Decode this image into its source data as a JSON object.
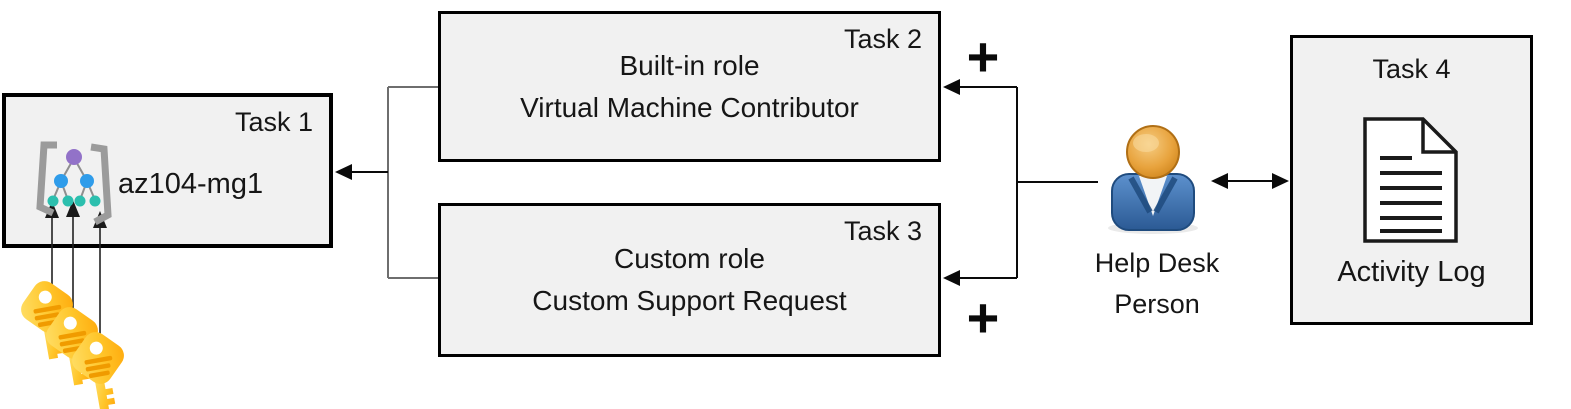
{
  "task1": {
    "badge": "Task 1",
    "title": "az104-mg1"
  },
  "task2": {
    "badge": "Task 2",
    "line1": "Built-in role",
    "line2": "Virtual Machine Contributor"
  },
  "task3": {
    "badge": "Task 3",
    "line1": "Custom role",
    "line2": "Custom Support Request"
  },
  "task4": {
    "badge": "Task 4",
    "caption": "Activity Log"
  },
  "person": {
    "line1": "Help Desk",
    "line2": "Person"
  },
  "symbols": {
    "plus": "+"
  },
  "icons": {
    "management_group": "management-group-icon",
    "keys": "access-key-icon",
    "person": "help-desk-person-icon",
    "document": "activity-log-document-icon"
  },
  "colors": {
    "box_fill": "#f1f1f1",
    "box_border": "#000000",
    "connector_black": "#0a0a0a",
    "connector_gray": "#6e6e6e",
    "mg_bracket_gray": "#9b9b9b",
    "node_purple": "#9272c8",
    "node_blue": "#2f9cea",
    "node_teal": "#2cbfae",
    "key_gold_light": "#ffe06b",
    "key_gold_dark": "#ffa80a",
    "key_stripe": "#f09b00",
    "head_orange": "#d1861c",
    "body_blue": "#3c72b4"
  }
}
